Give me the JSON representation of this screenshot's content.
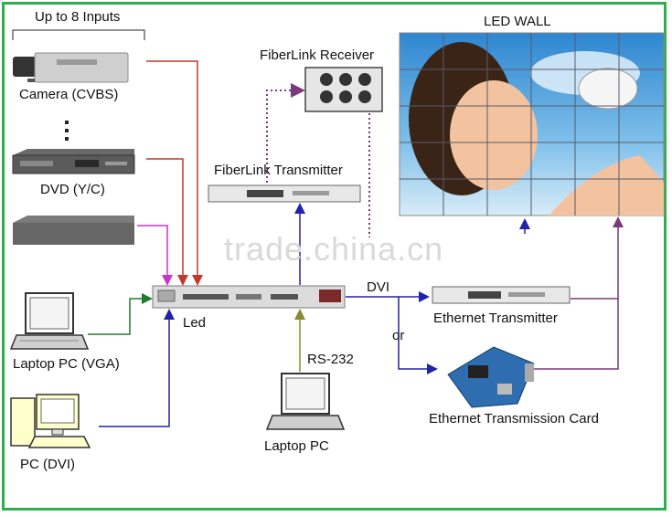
{
  "labels": {
    "inputs_bracket": "Up to 8 Inputs",
    "camera": "Camera (CVBS)",
    "dvd": "DVD (Y/C)",
    "laptop_vga": "Laptop PC (VGA)",
    "pc_dvi": "PC (DVI)",
    "led": "Led",
    "laptop_pc": "Laptop PC",
    "rs232": "RS-232",
    "dvi": "DVI",
    "or": "or",
    "fiber_receiver": "FiberLink Receiver",
    "fiber_transmitter": "FiberLink Transmitter",
    "led_wall": "LED WALL",
    "ethernet_transmitter": "Ethernet Transmitter",
    "ethernet_card": "Ethernet Transmission Card"
  },
  "watermark": "trade.china.cn",
  "colors": {
    "frame": "#2fae4f",
    "red_line": "#c0392b",
    "green_line": "#1f7a2e",
    "blue_line": "#2222aa",
    "purple_line": "#7a3a7a",
    "olive_line": "#8a8a30",
    "magenta_line": "#cc33cc"
  }
}
